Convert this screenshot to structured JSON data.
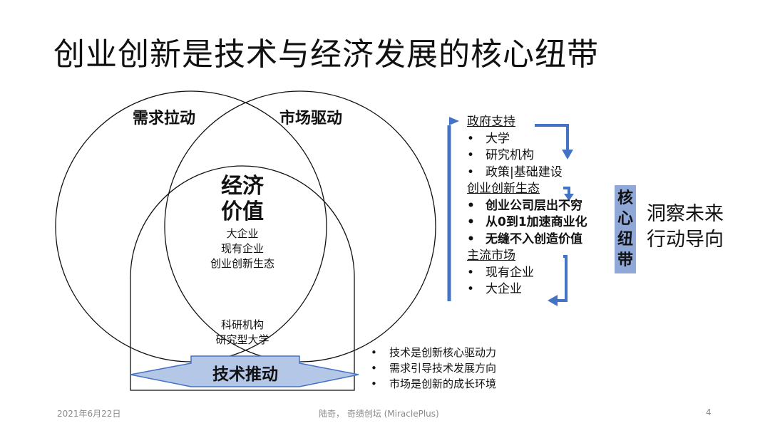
{
  "title": "创业创新是技术与经济发展的核心纽带",
  "venn": {
    "demand_pull": "需求拉动",
    "market_drive": "市场驱动",
    "econ_value": [
      "经济",
      "价值"
    ],
    "econ_items": [
      "大企业",
      "现有企业",
      "创业创新生态"
    ],
    "research_items": [
      "科研机构",
      "研究型大学"
    ],
    "tech_push": "技术推动"
  },
  "flow": {
    "gov_title": "政府支持",
    "gov_items": [
      "大学",
      "研究机构",
      "政策|基础建设"
    ],
    "eco_title": "创业创新生态",
    "eco_items": [
      "创业公司层出不穷",
      "从0到1加速商业化",
      "无缝不入创造价值"
    ],
    "market_title": "主流市场",
    "market_items": [
      "现有企业",
      "大企业"
    ]
  },
  "core": [
    "核",
    "心",
    "纽",
    "带"
  ],
  "insight": [
    "洞察未来",
    "行动导向"
  ],
  "bullets": [
    "技术是创新核心驱动力",
    "需求引导技术发展方向",
    "市场是创新的成长环境"
  ],
  "bullet_symbol": "•",
  "footer": {
    "date": "2021年6月22日",
    "center": "陆奇， 奇绩创坛 (MiraclePlus)",
    "page": "4"
  },
  "colors": {
    "accent": "#4472c4",
    "core_fill": "#8fa8d8",
    "footer": "#8a8a8a"
  }
}
